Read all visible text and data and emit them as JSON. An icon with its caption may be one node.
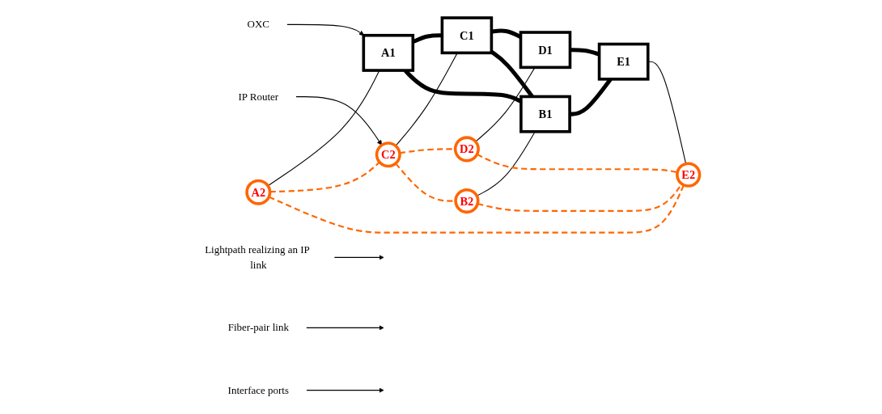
{
  "diagram": {
    "nodes": [
      {
        "text": [
          "IP Router"
        ]
      },
      {
        "text": [
          "C2"
        ]
      },
      {
        "text": [
          "D2"
        ]
      },
      {
        "text": [
          "Lightpath realizing an IP link"
        ]
      },
      {
        "text": [
          "Fiber-pair link"
        ]
      },
      {
        "text": [
          "C1"
        ]
      },
      {
        "text": [
          "D1"
        ]
      },
      {
        "text": [
          "A2"
        ]
      },
      {
        "text": [
          "A1"
        ]
      },
      {
        "text": [
          "B1"
        ]
      },
      {
        "text": [
          "E1"
        ]
      },
      {
        "text": [
          "E2"
        ]
      },
      {
        "text": [
          "Interface ports"
        ]
      },
      {
        "text": [
          "B2"
        ]
      },
      {
        "text": [
          "OXC"
        ]
      }
    ],
    "edges": [
      {
        "from": 8,
        "to": 5,
        "arrow": "none",
        "style": "thick"
      },
      {
        "from": 5,
        "to": 6,
        "arrow": "none",
        "style": "thick"
      },
      {
        "from": 5,
        "to": 9,
        "arrow": "none",
        "style": "thick"
      },
      {
        "from": 8,
        "to": 9,
        "arrow": "none",
        "style": "thick"
      },
      {
        "from": 9,
        "to": 10,
        "arrow": "none",
        "style": "thick"
      },
      {
        "from": 6,
        "to": 10,
        "arrow": "none",
        "style": "thick"
      },
      {
        "from": 7,
        "to": 8,
        "arrow": "none"
      },
      {
        "from": 1,
        "to": 5,
        "arrow": "none"
      },
      {
        "from": 2,
        "to": 6,
        "arrow": "none"
      },
      {
        "from": 13,
        "to": 9,
        "arrow": "none"
      },
      {
        "from": 10,
        "to": 11,
        "arrow": "none"
      },
      {
        "from": 7,
        "to": 1,
        "arrow": "none",
        "style": "dashed",
        "color": "#ff6600"
      },
      {
        "from": 7,
        "to": 11,
        "arrow": "none",
        "style": "dashed",
        "color": "#ff6600"
      },
      {
        "from": 1,
        "to": 2,
        "arrow": "none",
        "style": "dashed",
        "color": "#ff6600"
      },
      {
        "from": 1,
        "to": 13,
        "arrow": "none",
        "style": "dashed",
        "color": "#ff6600"
      },
      {
        "from": 2,
        "to": 11,
        "arrow": "none",
        "style": "dashed",
        "color": "#ff6600"
      },
      {
        "from": 13,
        "to": 11,
        "arrow": "none",
        "style": "dashed",
        "color": "#ff6600"
      },
      {
        "from": 0,
        "to": 1,
        "arrow": "to"
      },
      {
        "from": 3,
        "to": null,
        "arrow": "to"
      },
      {
        "from": 4,
        "to": null,
        "arrow": "to"
      },
      {
        "from": 12,
        "to": null,
        "arrow": "to"
      },
      {
        "from": 14,
        "to": 8,
        "arrow": "to"
      }
    ]
  }
}
